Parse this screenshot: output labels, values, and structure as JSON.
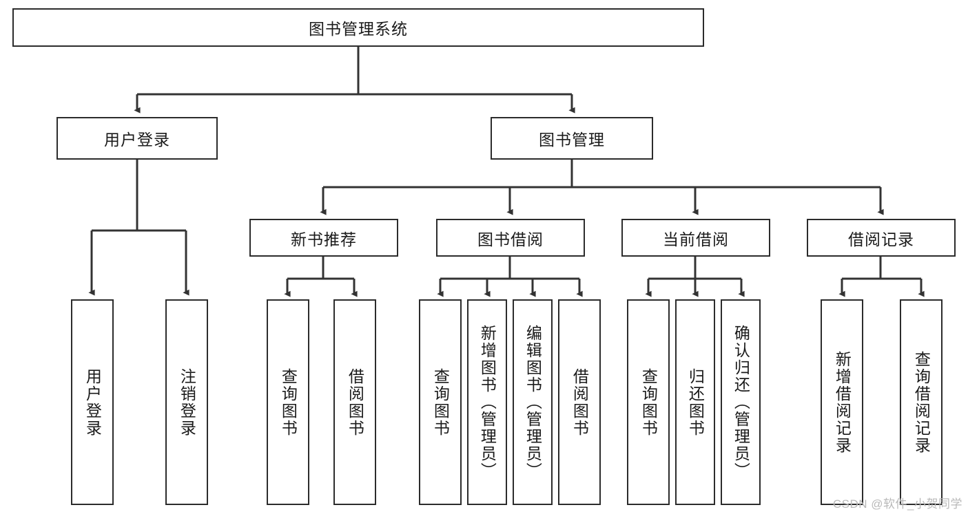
{
  "diagram": {
    "type": "tree-hierarchy",
    "title": "图书管理系统",
    "root": {
      "label": "图书管理系统"
    },
    "level2": [
      {
        "label": "用户登录"
      },
      {
        "label": "图书管理"
      }
    ],
    "level3": [
      {
        "label": "新书推荐"
      },
      {
        "label": "图书借阅"
      },
      {
        "label": "当前借阅"
      },
      {
        "label": "借阅记录"
      }
    ],
    "leaves": {
      "user_login": [
        {
          "label": "用户登录"
        },
        {
          "label": "注销登录"
        }
      ],
      "new_book_recommend": [
        {
          "label": "查询图书"
        },
        {
          "label": "借阅图书"
        }
      ],
      "book_borrow": [
        {
          "label": "查询图书"
        },
        {
          "label": "新增图书（管理员）"
        },
        {
          "label": "编辑图书（管理员）"
        },
        {
          "label": "借阅图书"
        }
      ],
      "current_borrow": [
        {
          "label": "查询图书"
        },
        {
          "label": "归还图书"
        },
        {
          "label": "确认归还（管理员）"
        }
      ],
      "borrow_record": [
        {
          "label": "新增借阅记录"
        },
        {
          "label": "查询借阅记录"
        }
      ]
    }
  },
  "watermark": {
    "text": "CSDN @软件_小贺同学"
  },
  "colors": {
    "box_border": "#2b2b2b",
    "box_fill": "#ffffff",
    "text": "#1a1a1a",
    "edge": "#333333",
    "watermark": "#b9b9b9"
  }
}
